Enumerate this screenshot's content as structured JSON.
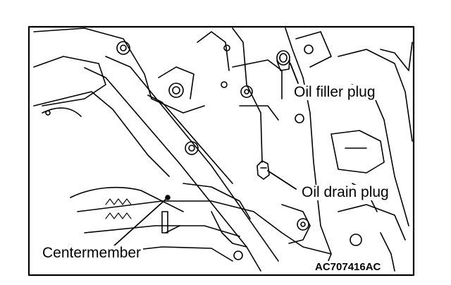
{
  "labels": {
    "oil_filler_plug": "Oil filler plug",
    "oil_drain_plug": "Oil drain plug",
    "centermember": "Centermember"
  },
  "figure_code": "AC707416AC"
}
